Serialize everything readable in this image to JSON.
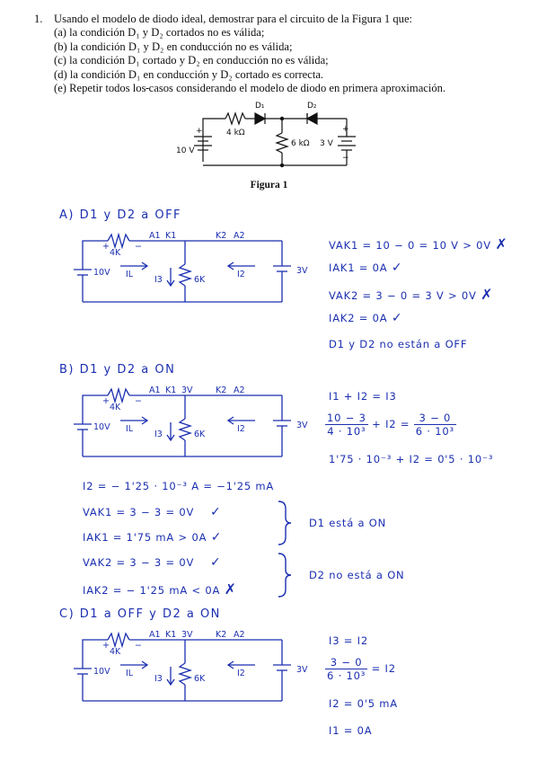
{
  "problem": {
    "number": "1.",
    "lines": [
      "Usando el modelo de diodo ideal, demostrar para el circuito de la Figura 1 que:",
      "(a) la condición D₁ y D₂ cortados no es válida;",
      "(b) la condición D₁ y D₂ en conducción no es válida;",
      "(c) la condición D₁ cortado y D₂ en conducción no es válida;",
      "(d) la condición D₁ en conducción y D₂ cortado es correcta."
    ],
    "line_e_prefix": "(e) Repetir todos los",
    "line_e_struck": " ",
    "line_e_suffix": "casos considerando el modelo de diodo en primera aproximación."
  },
  "figure": {
    "caption": "Figura 1",
    "d1": "D₁",
    "d2": "D₂",
    "r1": "4 kΩ",
    "r2": "6 kΩ",
    "v1": "10 V",
    "v2": "3 V",
    "plus": "+",
    "minus": "−"
  },
  "labels": {
    "a1": "A1",
    "k1": "K1",
    "k2": "K2",
    "a2": "A2",
    "r4": "4K",
    "r6": "6K",
    "v10": "10V",
    "v3": "3V",
    "il": "IL",
    "i2": "I2",
    "i3": "I3",
    "v3node": "3V",
    "plus": "+",
    "minus": "−"
  },
  "sections": {
    "a": {
      "title": "A)  D1  y  D2  a  OFF",
      "eqs": [
        "VAK1 = 10 − 0 = 10 V  >  0V",
        "IAK1 = 0A",
        "VAK2 = 3 − 0 = 3 V  >  0V",
        "IAK2 = 0A",
        "D1 y D2  no están  a  OFF"
      ],
      "marks": [
        "✗",
        "✓",
        "✗",
        "✓"
      ]
    },
    "b": {
      "title": "B)  D1  y  D2  a  ON",
      "eq1": "I1 + I2 = I3",
      "frac1_num": "10 − 3",
      "frac1_den": "4 · 10³",
      "plus_i2": "+ I2 =",
      "frac2_num": "3 − 0",
      "frac2_den": "6 · 10³",
      "eq3": "1'75 · 10⁻³ + I2 = 0'5 · 10⁻³",
      "eq4": "I2 = − 1'25 · 10⁻³ A  = −1'25 mA",
      "eq5": "VAK1 = 3 − 3 = 0V",
      "eq6": "IAK1 = 1'75 mA  >  0A",
      "eq7": "VAK2 = 3 − 3 = 0V",
      "eq8": "IAK2 = − 1'25 mA  <  0A",
      "marks": [
        "✓",
        "✓",
        "✓",
        "✗"
      ],
      "concl1": "D1  está  a  ON",
      "concl2": "D2  no  está  a  ON"
    },
    "c": {
      "title": "C)  D1  a   OFF   y   D2  a  ON",
      "eq1": "I3 = I2",
      "frac_num": "3 − 0",
      "frac_den": "6 · 10³",
      "eq2_rhs": "= I2",
      "eq3": "I2 = 0'5 mA",
      "eq4": "I1 = 0A"
    }
  }
}
